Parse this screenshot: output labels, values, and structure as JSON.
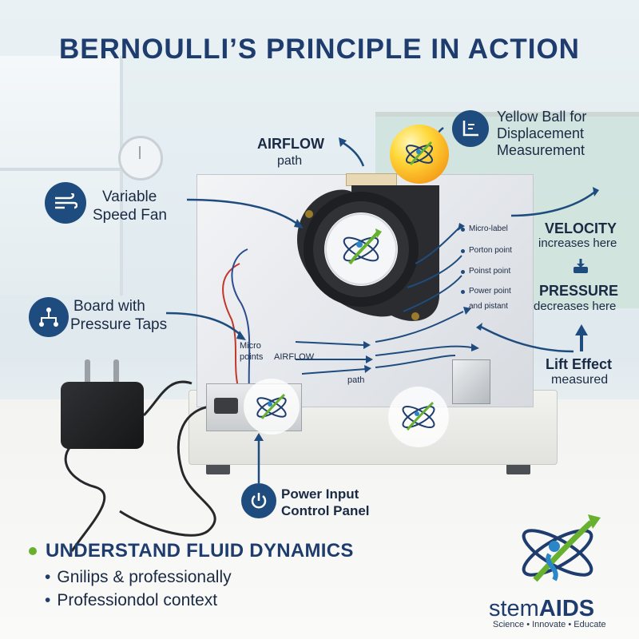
{
  "title": "BERNOULLI’S PRINCIPLE IN ACTION",
  "labels": {
    "airflow_path_line1": "AIRFLOW",
    "airflow_path_line2": "path",
    "yellow_ball_line1": "Yellow Ball for",
    "yellow_ball_line2": "Displacement",
    "yellow_ball_line3": "Measurement",
    "fan_line1": "Variable",
    "fan_line2": "Speed Fan",
    "velocity_head": "VELOCITY",
    "velocity_sub": "increases here",
    "pressure_head": "PRESSURE",
    "pressure_sub": "decreases here",
    "board_line1": "Board with",
    "board_line2": "Pressure Taps",
    "lift_head": "Lift Effect",
    "lift_sub": "measured",
    "power_line1": "Power Input",
    "power_line2": "Control Panel"
  },
  "board_text": {
    "micro_points_line1": "Micro",
    "micro_points_line2": "points",
    "airflow": "AIRFLOW",
    "path": "path",
    "taps": [
      "Micro-label",
      "Porton point",
      "Poinst point",
      "Power point",
      "and pistant"
    ]
  },
  "bottom": {
    "heading": "UNDERSTAND FLUID DYNAMICS",
    "bullets": [
      "Gnilips & professionally",
      "Professiondol context"
    ]
  },
  "brand": {
    "name_prefix": "stem",
    "name_suffix": "AIDS",
    "tagline": "Science • Innovate • Educate"
  },
  "colors": {
    "navy": "#1e3c6e",
    "accent_green": "#67b030",
    "ball_yellow": "#ffd83a"
  },
  "icons": [
    "wind-icon",
    "network-icon",
    "chart-axis-icon",
    "download-tray-icon",
    "power-icon",
    "atom-logo-icon"
  ]
}
